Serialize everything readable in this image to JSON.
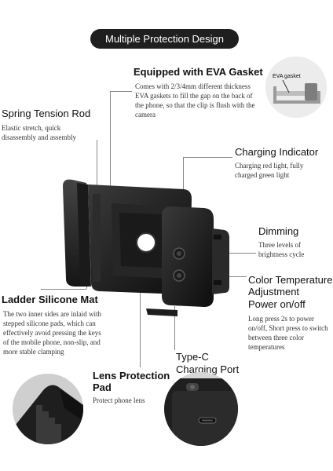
{
  "banner": {
    "title": "Multiple Protection Design"
  },
  "eva": {
    "title": "Equipped with EVA Gasket",
    "desc": "Comes with 2/3/4mm different thickness EVA gaskets to fill the gap on the back of the phone, so that the clip is flush with the camera",
    "callout_label": "EVA gasket"
  },
  "spring": {
    "title": "Spring Tension Rod",
    "desc": "Elastic stretch, quick disassembly and assembly"
  },
  "charging": {
    "title": "Charging Indicator",
    "desc": "Charging red light, fully charged green light"
  },
  "dimming": {
    "title": "Dimming",
    "desc": "Three levels of brightness cycle"
  },
  "color_temp": {
    "title_1": "Color Temperature",
    "title_2": "Adjustment",
    "title_3": "Power on/off",
    "desc": "Long press 2s to power on/off, Short press to switch between three color temperatures"
  },
  "ladder": {
    "title": "Ladder Silicone Mat",
    "desc": "The two inner sides are inlaid with stepped silicone pads, which can effectively avoid pressing the keys of the mobile phone, non-slip, and more stable clamping"
  },
  "lens": {
    "title_1": "Lens Protection",
    "title_2": "Pad",
    "desc": "Protect phone lens"
  },
  "typec": {
    "title_1": "Type-C",
    "title_2": "Charging Port"
  }
}
